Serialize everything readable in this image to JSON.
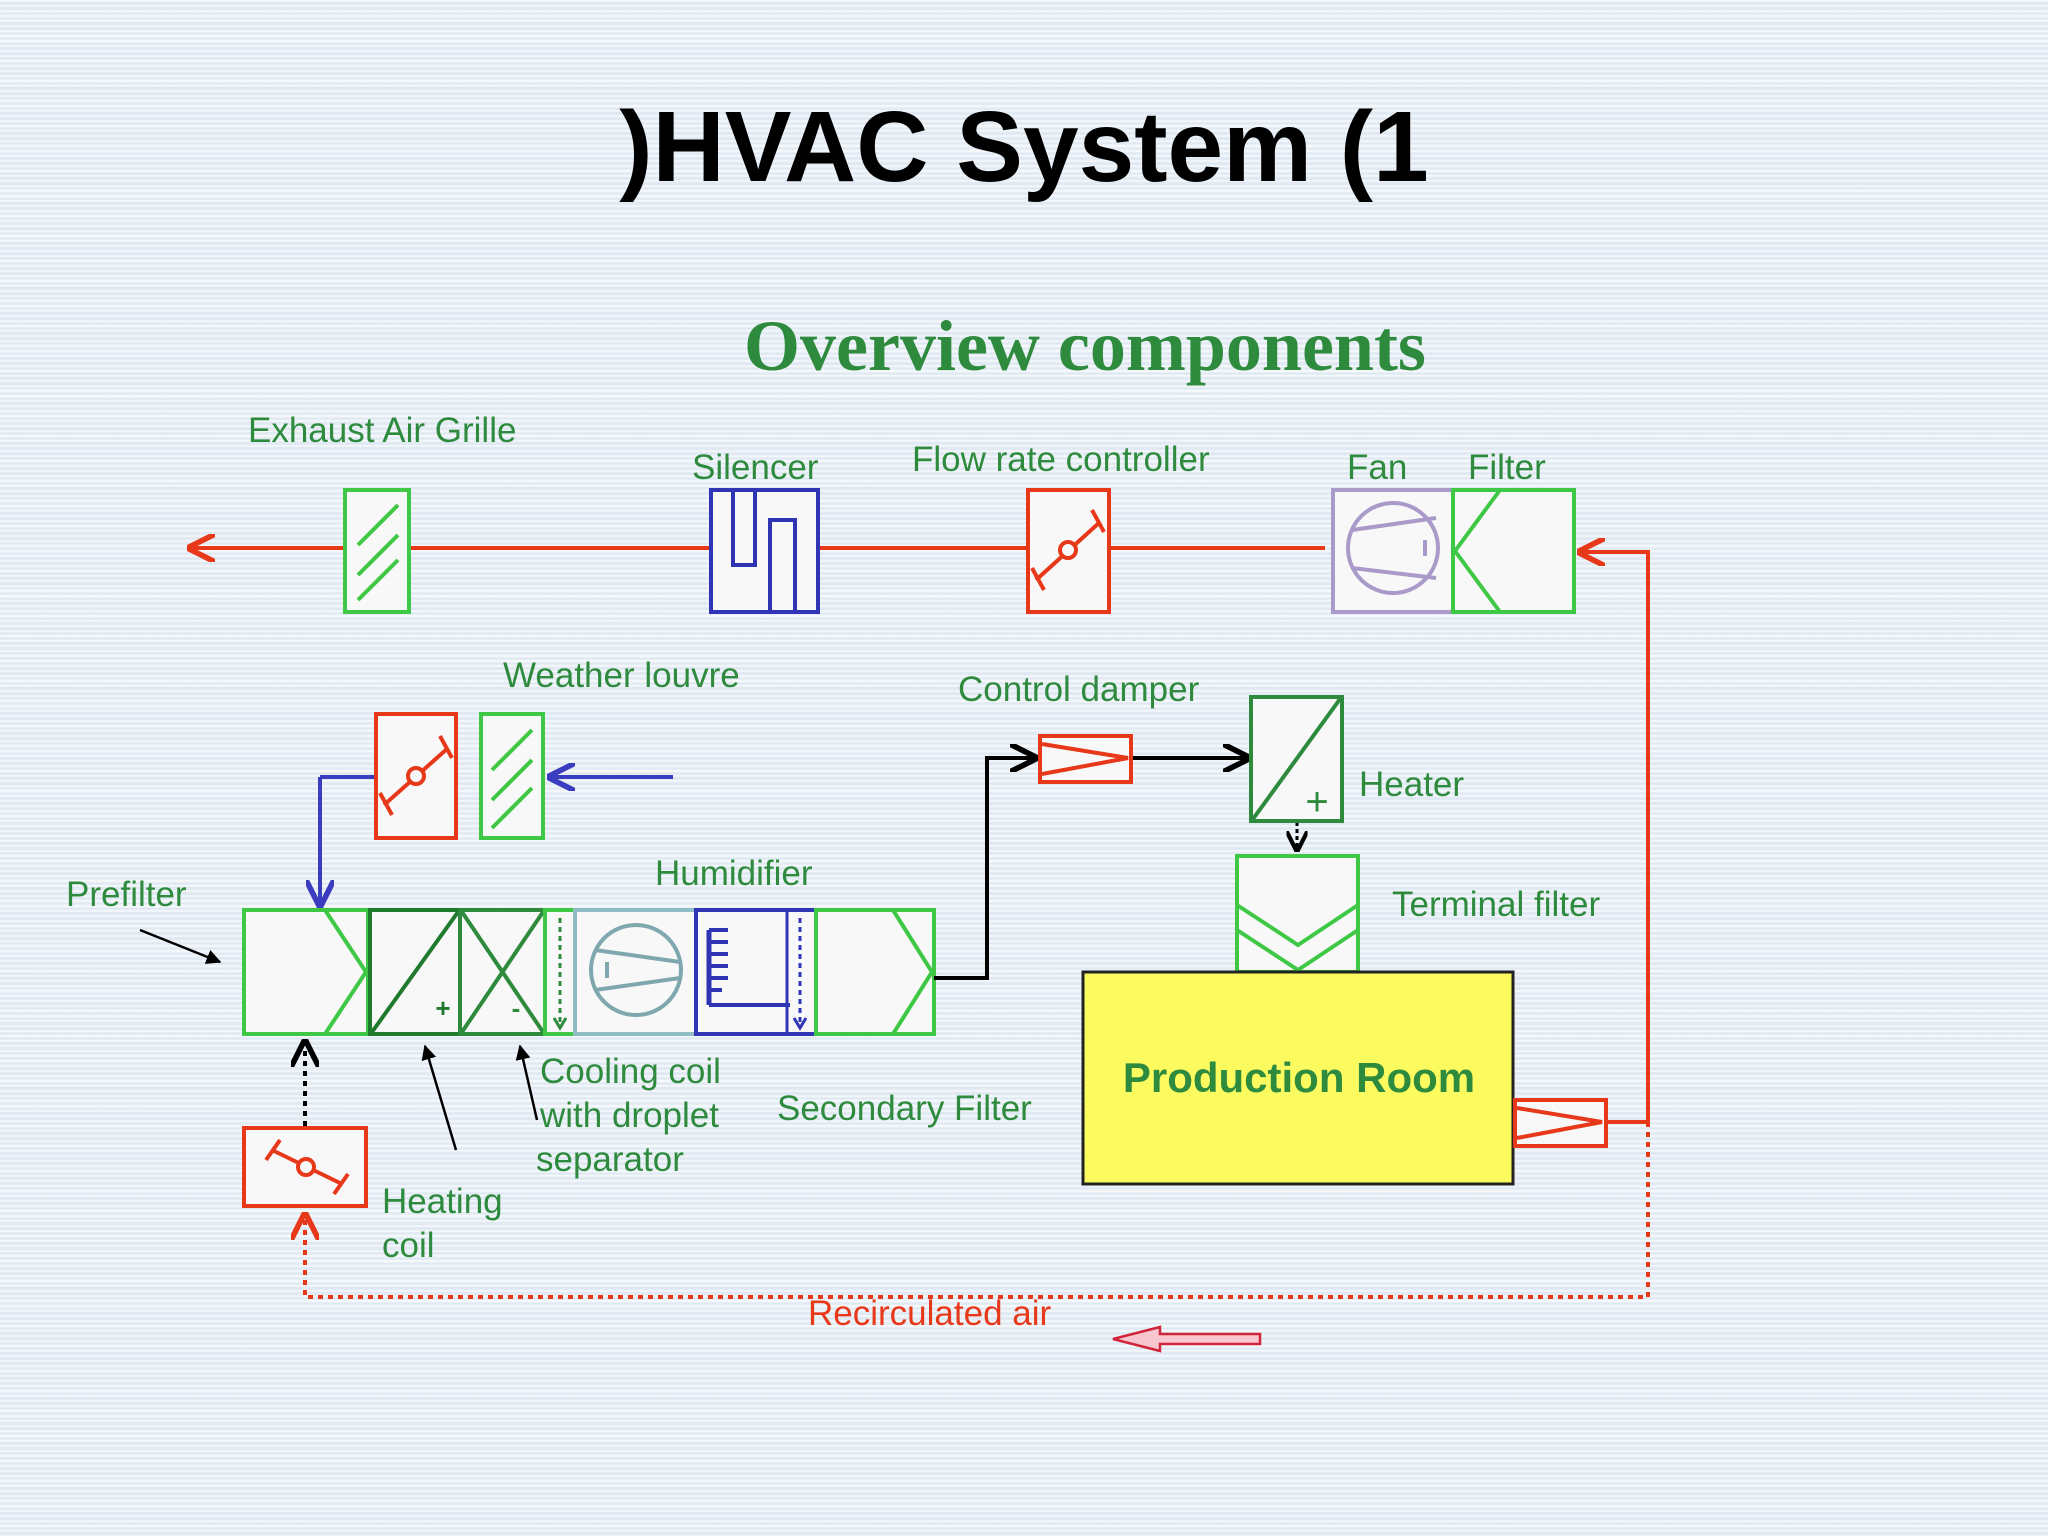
{
  "title": ")HVAC System (1",
  "subtitle": "Overview components",
  "labels": {
    "exhaust_air_grille": "Exhaust Air Grille",
    "silencer": "Silencer",
    "flow_rate_controller": "Flow rate controller",
    "fan": "Fan",
    "filter": "Filter",
    "weather_louvre": "Weather louvre",
    "control_damper": "Control damper",
    "heater": "Heater",
    "humidifier": "Humidifier",
    "terminal_filter": "Terminal filter",
    "prefilter": "Prefilter",
    "production_room": "Production Room",
    "cooling_coil_1": "Cooling coil",
    "cooling_coil_2": "with droplet",
    "cooling_coil_3": "separator",
    "secondary_filter": "Secondary Filter",
    "heating_coil_1": "Heating",
    "heating_coil_2": "coil",
    "recirculated_air": "Recirculated air"
  },
  "colors": {
    "exhaust_line": "#e8381a",
    "fresh_air_line": "#3a3dc0",
    "supply_line": "#000000",
    "filter_green": "#3fc845",
    "coil_green": "#2e8b3e",
    "damper_red": "#e8381a",
    "fan_purple": "#a99ac9",
    "humidifier_blue": "#3035b5",
    "room_fill": "#fbfb5f",
    "label_green": "#2e8b3e"
  }
}
